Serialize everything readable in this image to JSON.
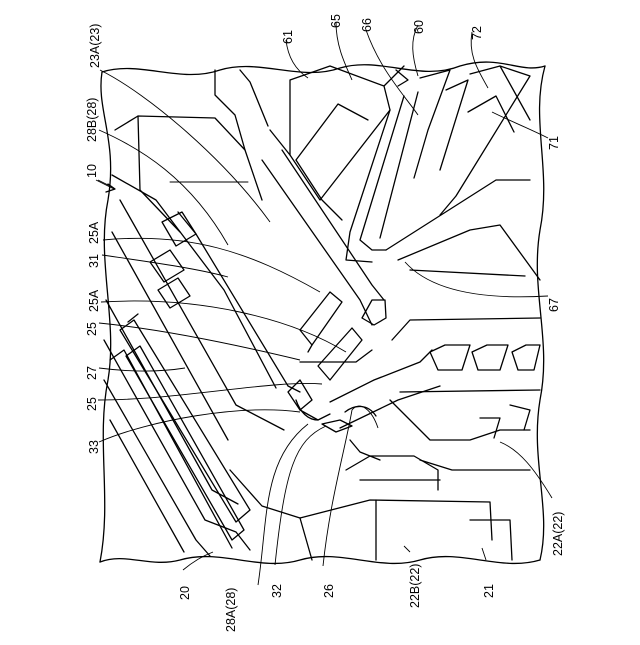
{
  "figure": {
    "labels": {
      "l23a": "23A(23)",
      "l28b": "28B(28)",
      "l10": "10",
      "l25a_top": "25A",
      "l31": "31",
      "l25a_mid": "25A",
      "l25": "25",
      "l27": "27",
      "l25_low": "25",
      "l33": "33",
      "l20": "20",
      "l28a": "28A(28)",
      "l32": "32",
      "l26": "26",
      "l22b": "22B(22)",
      "l21": "21",
      "l22a": "22A(22)",
      "l67": "67",
      "l71": "71",
      "l72": "72",
      "l60": "60",
      "l66": "66",
      "l65": "65",
      "l61": "61"
    }
  }
}
